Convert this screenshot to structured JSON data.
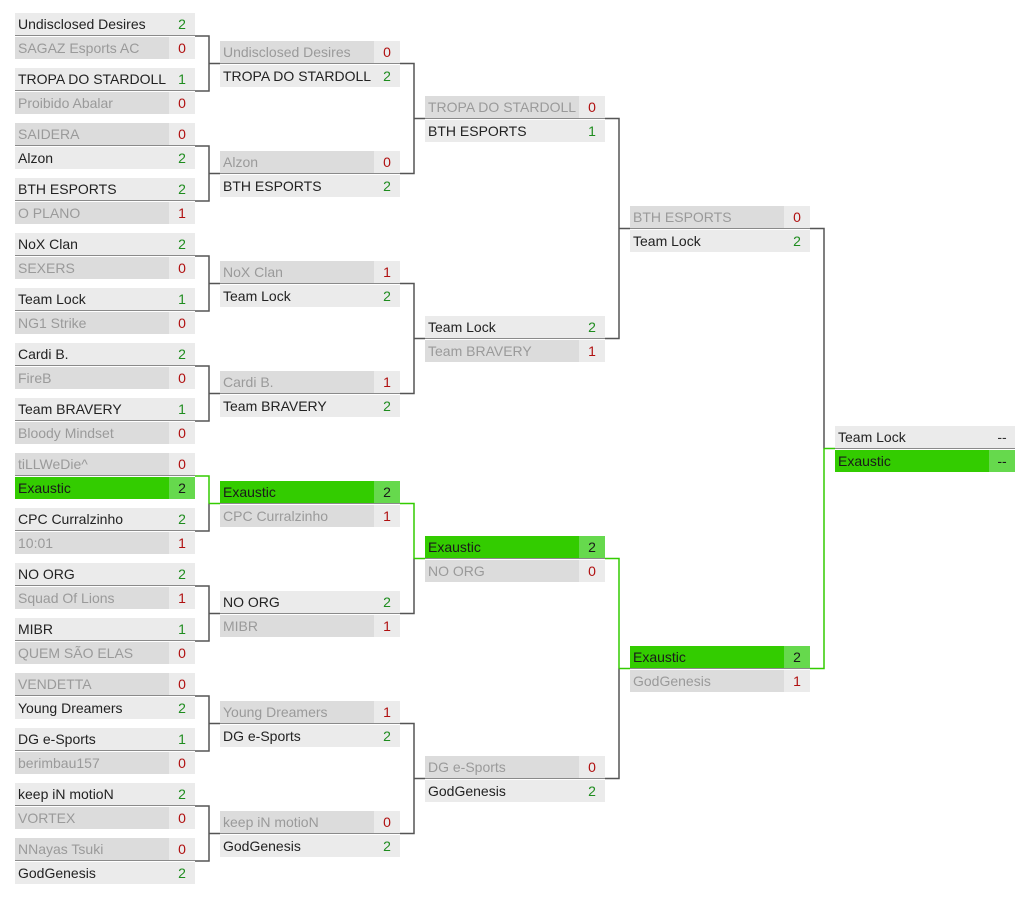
{
  "colors": {
    "highlight": "#33cc00",
    "highlight_score": "#66d94d",
    "connector": "#555555",
    "connector_highlight": "#33cc00",
    "win_score": "#1e8c1e",
    "lose_score": "#b01010"
  },
  "rounds": [
    {
      "matches": [
        {
          "teams": [
            {
              "name": "Undisclosed Desires",
              "score": "2",
              "result": "win"
            },
            {
              "name": "SAGAZ Esports AC",
              "score": "0",
              "result": "lose"
            }
          ]
        },
        {
          "teams": [
            {
              "name": "TROPA DO STARDOLL",
              "score": "1",
              "result": "win"
            },
            {
              "name": "Proibido Abalar",
              "score": "0",
              "result": "lose"
            }
          ]
        },
        {
          "teams": [
            {
              "name": "SAIDERA",
              "score": "0",
              "result": "lose"
            },
            {
              "name": "Alzon",
              "score": "2",
              "result": "win"
            }
          ]
        },
        {
          "teams": [
            {
              "name": "BTH ESPORTS",
              "score": "2",
              "result": "win"
            },
            {
              "name": "O PLANO",
              "score": "1",
              "result": "lose"
            }
          ]
        },
        {
          "teams": [
            {
              "name": "NoX Clan",
              "score": "2",
              "result": "win"
            },
            {
              "name": "SEXERS",
              "score": "0",
              "result": "lose"
            }
          ]
        },
        {
          "teams": [
            {
              "name": "Team Lock",
              "score": "1",
              "result": "win"
            },
            {
              "name": "NG1 Strike",
              "score": "0",
              "result": "lose"
            }
          ]
        },
        {
          "teams": [
            {
              "name": "Cardi B.",
              "score": "2",
              "result": "win"
            },
            {
              "name": "FireB",
              "score": "0",
              "result": "lose"
            }
          ]
        },
        {
          "teams": [
            {
              "name": "Team BRAVERY",
              "score": "1",
              "result": "win"
            },
            {
              "name": "Bloody Mindset",
              "score": "0",
              "result": "lose"
            }
          ]
        },
        {
          "teams": [
            {
              "name": "tiLLWeDie^",
              "score": "0",
              "result": "lose"
            },
            {
              "name": "Exaustic",
              "score": "2",
              "result": "win",
              "highlight": true
            }
          ]
        },
        {
          "teams": [
            {
              "name": "CPC Curralzinho",
              "score": "2",
              "result": "win"
            },
            {
              "name": "10:01",
              "score": "1",
              "result": "lose"
            }
          ]
        },
        {
          "teams": [
            {
              "name": "NO ORG",
              "score": "2",
              "result": "win"
            },
            {
              "name": "Squad Of Lions",
              "score": "1",
              "result": "lose"
            }
          ]
        },
        {
          "teams": [
            {
              "name": "MIBR",
              "score": "1",
              "result": "win"
            },
            {
              "name": "QUEM SÃO ELAS",
              "score": "0",
              "result": "lose"
            }
          ]
        },
        {
          "teams": [
            {
              "name": "VENDETTA",
              "score": "0",
              "result": "lose"
            },
            {
              "name": "Young Dreamers",
              "score": "2",
              "result": "win"
            }
          ]
        },
        {
          "teams": [
            {
              "name": "DG e-Sports",
              "score": "1",
              "result": "win"
            },
            {
              "name": "berimbau157",
              "score": "0",
              "result": "lose"
            }
          ]
        },
        {
          "teams": [
            {
              "name": "keep iN motioN",
              "score": "2",
              "result": "win"
            },
            {
              "name": "VORTEX",
              "score": "0",
              "result": "lose"
            }
          ]
        },
        {
          "teams": [
            {
              "name": "NNayas Tsuki",
              "score": "0",
              "result": "lose"
            },
            {
              "name": "GodGenesis",
              "score": "2",
              "result": "win"
            }
          ]
        }
      ]
    },
    {
      "matches": [
        {
          "teams": [
            {
              "name": "Undisclosed Desires",
              "score": "0",
              "result": "lose"
            },
            {
              "name": "TROPA DO STARDOLL",
              "score": "2",
              "result": "win"
            }
          ]
        },
        {
          "teams": [
            {
              "name": "Alzon",
              "score": "0",
              "result": "lose"
            },
            {
              "name": "BTH ESPORTS",
              "score": "2",
              "result": "win"
            }
          ]
        },
        {
          "teams": [
            {
              "name": "NoX Clan",
              "score": "1",
              "result": "lose"
            },
            {
              "name": "Team Lock",
              "score": "2",
              "result": "win"
            }
          ]
        },
        {
          "teams": [
            {
              "name": "Cardi B.",
              "score": "1",
              "result": "lose"
            },
            {
              "name": "Team BRAVERY",
              "score": "2",
              "result": "win"
            }
          ]
        },
        {
          "teams": [
            {
              "name": "Exaustic",
              "score": "2",
              "result": "win",
              "highlight": true
            },
            {
              "name": "CPC Curralzinho",
              "score": "1",
              "result": "lose"
            }
          ]
        },
        {
          "teams": [
            {
              "name": "NO ORG",
              "score": "2",
              "result": "win"
            },
            {
              "name": "MIBR",
              "score": "1",
              "result": "lose"
            }
          ]
        },
        {
          "teams": [
            {
              "name": "Young Dreamers",
              "score": "1",
              "result": "lose"
            },
            {
              "name": "DG e-Sports",
              "score": "2",
              "result": "win"
            }
          ]
        },
        {
          "teams": [
            {
              "name": "keep iN motioN",
              "score": "0",
              "result": "lose"
            },
            {
              "name": "GodGenesis",
              "score": "2",
              "result": "win"
            }
          ]
        }
      ]
    },
    {
      "matches": [
        {
          "teams": [
            {
              "name": "TROPA DO STARDOLL",
              "score": "0",
              "result": "lose"
            },
            {
              "name": "BTH ESPORTS",
              "score": "1",
              "result": "win"
            }
          ]
        },
        {
          "teams": [
            {
              "name": "Team Lock",
              "score": "2",
              "result": "win"
            },
            {
              "name": "Team BRAVERY",
              "score": "1",
              "result": "lose"
            }
          ]
        },
        {
          "teams": [
            {
              "name": "Exaustic",
              "score": "2",
              "result": "win",
              "highlight": true
            },
            {
              "name": "NO ORG",
              "score": "0",
              "result": "lose"
            }
          ]
        },
        {
          "teams": [
            {
              "name": "DG e-Sports",
              "score": "0",
              "result": "lose"
            },
            {
              "name": "GodGenesis",
              "score": "2",
              "result": "win"
            }
          ]
        }
      ]
    },
    {
      "matches": [
        {
          "teams": [
            {
              "name": "BTH ESPORTS",
              "score": "0",
              "result": "lose"
            },
            {
              "name": "Team Lock",
              "score": "2",
              "result": "win"
            }
          ]
        },
        {
          "teams": [
            {
              "name": "Exaustic",
              "score": "2",
              "result": "win",
              "highlight": true
            },
            {
              "name": "GodGenesis",
              "score": "1",
              "result": "lose"
            }
          ]
        }
      ]
    },
    {
      "matches": [
        {
          "teams": [
            {
              "name": "Team Lock",
              "score": "--",
              "result": "neutral"
            },
            {
              "name": "Exaustic",
              "score": "--",
              "result": "neutral",
              "highlight": true
            }
          ]
        }
      ]
    }
  ]
}
